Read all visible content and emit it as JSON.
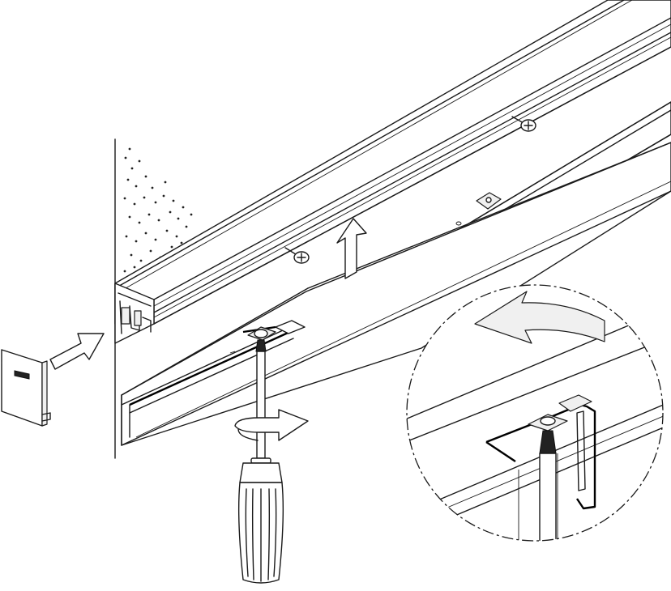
{
  "diagram": {
    "kind": "assembly-instruction-illustration",
    "steps": [
      {
        "action": "attach-end-cap",
        "direction": "right"
      },
      {
        "action": "lift-rail-into-track",
        "direction": "up"
      },
      {
        "action": "tighten-screw",
        "direction": "clockwise"
      },
      {
        "action": "detail-rotate",
        "direction": "counter-clockwise"
      }
    ],
    "components": [
      "wall",
      "ceiling-track",
      "mounting-screw",
      "sliding-rail",
      "end-cap",
      "screwdriver",
      "detail-callout"
    ],
    "colors": {
      "line": "#1a1a1a",
      "fill": "#ffffff",
      "shade": "#f0f0f0"
    }
  }
}
